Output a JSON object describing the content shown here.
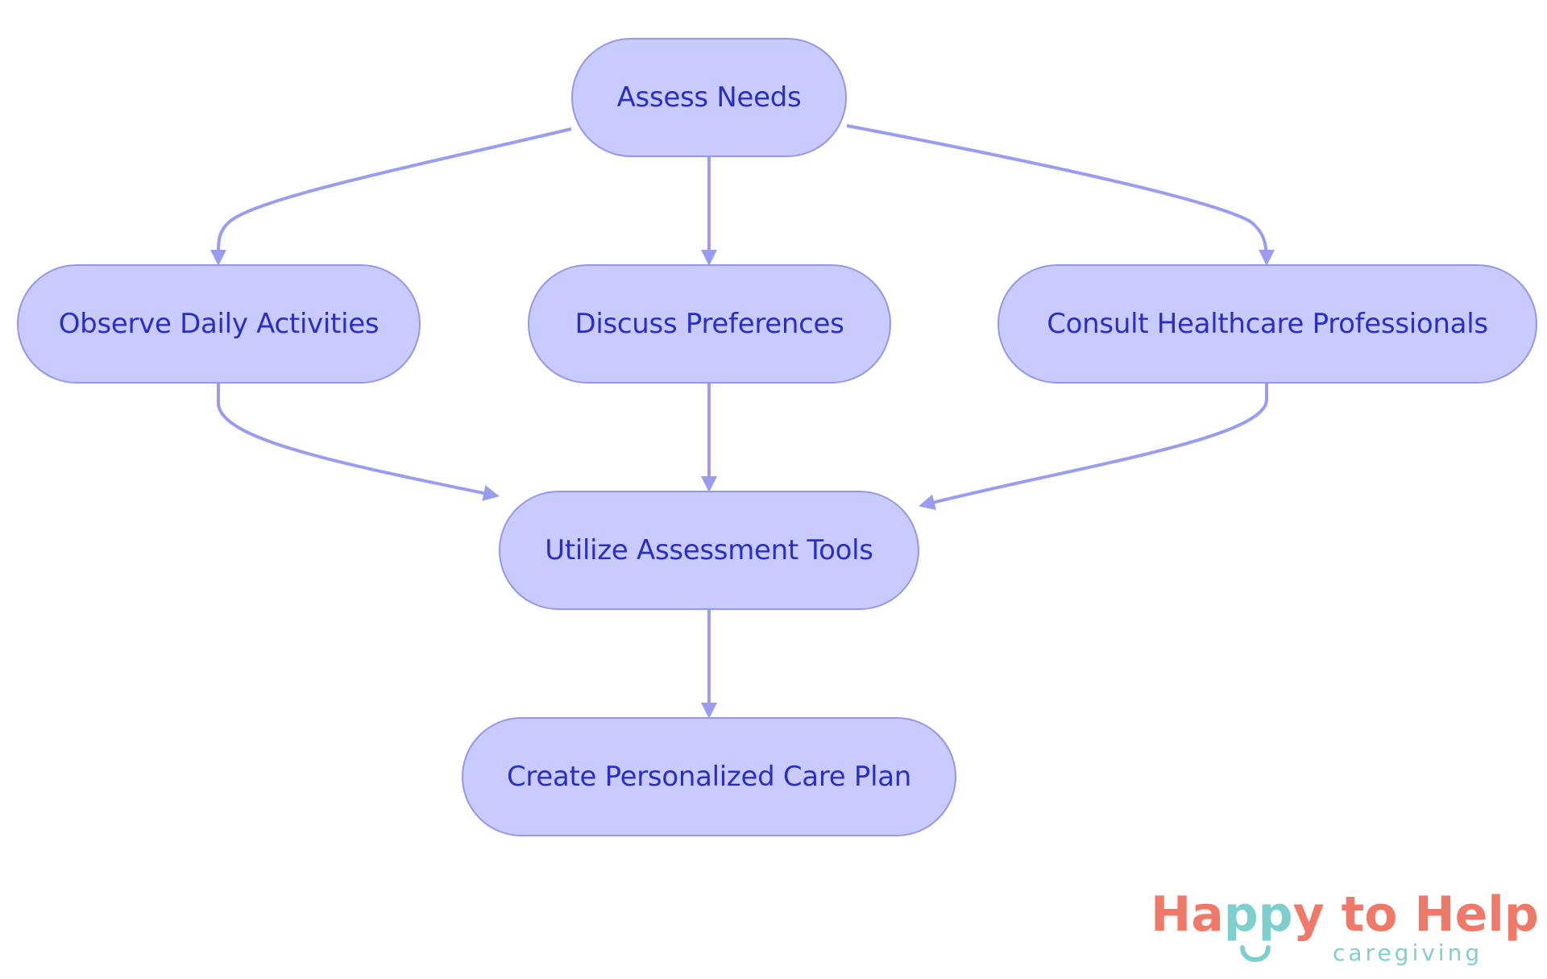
{
  "diagram": {
    "nodes": {
      "assess": "Assess Needs",
      "observe": "Observe Daily Activities",
      "discuss": "Discuss Preferences",
      "consult": "Consult Healthcare Professionals",
      "utilize": "Utilize Assessment Tools",
      "create": "Create Personalized Care Plan"
    },
    "edges": [
      {
        "from": "Assess Needs",
        "to": "Observe Daily Activities"
      },
      {
        "from": "Assess Needs",
        "to": "Discuss Preferences"
      },
      {
        "from": "Assess Needs",
        "to": "Consult Healthcare Professionals"
      },
      {
        "from": "Observe Daily Activities",
        "to": "Utilize Assessment Tools"
      },
      {
        "from": "Discuss Preferences",
        "to": "Utilize Assessment Tools"
      },
      {
        "from": "Consult Healthcare Professionals",
        "to": "Utilize Assessment Tools"
      },
      {
        "from": "Utilize Assessment Tools",
        "to": "Create Personalized Care Plan"
      }
    ],
    "colors": {
      "node_fill": "#c9caff",
      "node_border": "#9597e8",
      "node_text": "#2a2fc4",
      "edge": "#9a9cf0"
    }
  },
  "logo": {
    "word1": "Ha",
    "word2": "pp",
    "word3": "y to Help",
    "tagline": "caregiving",
    "colors": {
      "primary": "#f07a6a",
      "accent": "#7fcfcf"
    }
  }
}
